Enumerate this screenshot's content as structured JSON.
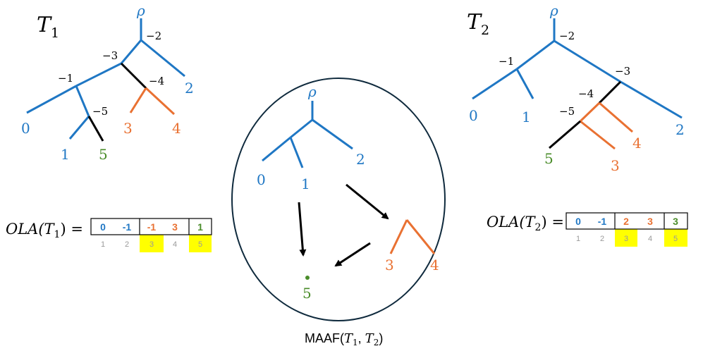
{
  "colors": {
    "blue": "#1f77c4",
    "orange": "#e97132",
    "green": "#4a8c2a",
    "black": "#000000",
    "highlight": "#ffff00",
    "index": "#9a9a9a",
    "circle": "#0f2a3d"
  },
  "t1": {
    "title": "T",
    "title_sub": "1",
    "root": "ρ",
    "edge_labels": [
      "−2",
      "−3",
      "−4",
      "−1",
      "−5"
    ],
    "leaves": [
      "0",
      "1",
      "5",
      "3",
      "4",
      "2"
    ]
  },
  "t2": {
    "title": "T",
    "title_sub": "2",
    "root": "ρ",
    "edge_labels": [
      "−2",
      "−1",
      "−3",
      "−4",
      "−5"
    ],
    "leaves": [
      "0",
      "1",
      "5",
      "3",
      "4",
      "2"
    ]
  },
  "maaf": {
    "root": "ρ",
    "leaves": [
      "0",
      "1",
      "2",
      "3",
      "4",
      "5"
    ],
    "caption_prefix": "MAAF(",
    "caption_t": "T",
    "caption_sub1": "1",
    "caption_sep": ", ",
    "caption_sub2": "2",
    "caption_suffix": ")"
  },
  "ola1": {
    "label_prefix": "OLA(",
    "label_t": "T",
    "label_sub": "1",
    "label_suffix": ") =",
    "cells": [
      "0",
      "-1",
      "-1",
      "3",
      "1"
    ],
    "indices": [
      "1",
      "2",
      "3",
      "4",
      "5"
    ],
    "highlighted": [
      3,
      5
    ]
  },
  "ola2": {
    "label_prefix": "OLA(",
    "label_t": "T",
    "label_sub": "2",
    "label_suffix": ") =",
    "cells": [
      "0",
      "-1",
      "2",
      "3",
      "3"
    ],
    "indices": [
      "1",
      "2",
      "3",
      "4",
      "5"
    ],
    "highlighted": [
      3,
      5
    ]
  }
}
